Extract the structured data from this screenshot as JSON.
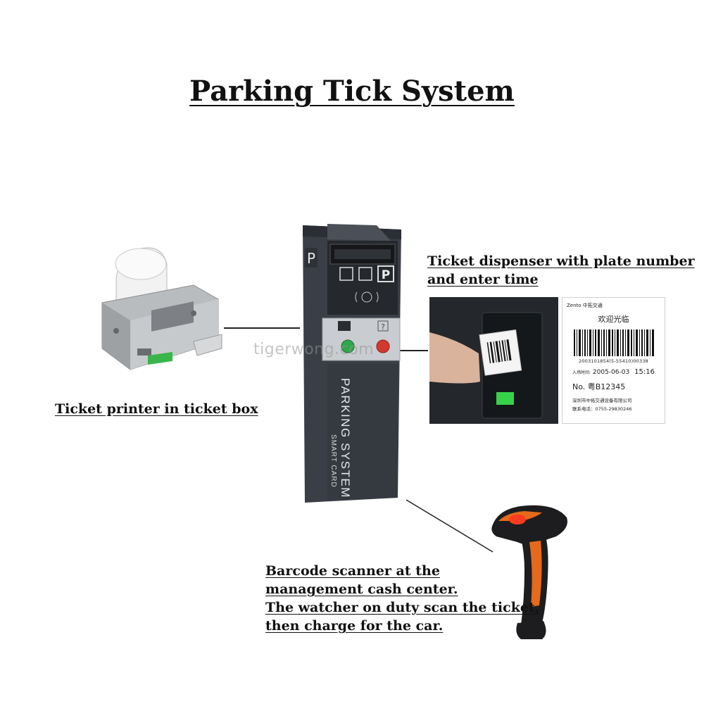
{
  "title": "Parking Tick System",
  "labels": {
    "printer": "Ticket printer in ticket box",
    "dispenser": [
      "Ticket dispenser with plate number",
      "and enter time"
    ],
    "scanner": [
      "Barcode scanner at the",
      "management cash center.",
      "The watcher on duty scan the ticket,",
      "then charge for the car."
    ]
  },
  "watermark": "tigerwong.com",
  "kiosk": {
    "side_p": "P",
    "display_p": "P",
    "panel_question": "?",
    "vertical_main": "PARKING SYSTEM",
    "vertical_sub": "SMART CARD"
  },
  "ticket": {
    "brand": "Zento 中拓交通",
    "welcome": "欢迎光临",
    "barcode_number": "2003101854(5-55410)00338",
    "date_label": "入场时间:",
    "date": "2005-06-03",
    "time": "15:16",
    "plate_label": "No.",
    "plate": "粤B12345",
    "company": "深圳市中拓交通设备有限公司",
    "phone": "联系电话：0755-29830246"
  },
  "colors": {
    "kiosk_body": "#3a3f47",
    "kiosk_dark": "#25282d",
    "panel_steel": "#c9ccd0",
    "button_green": "#2fa84a",
    "button_red": "#d23a2f",
    "scanner_body": "#1d1d1f",
    "scanner_accent": "#e56a1c"
  }
}
